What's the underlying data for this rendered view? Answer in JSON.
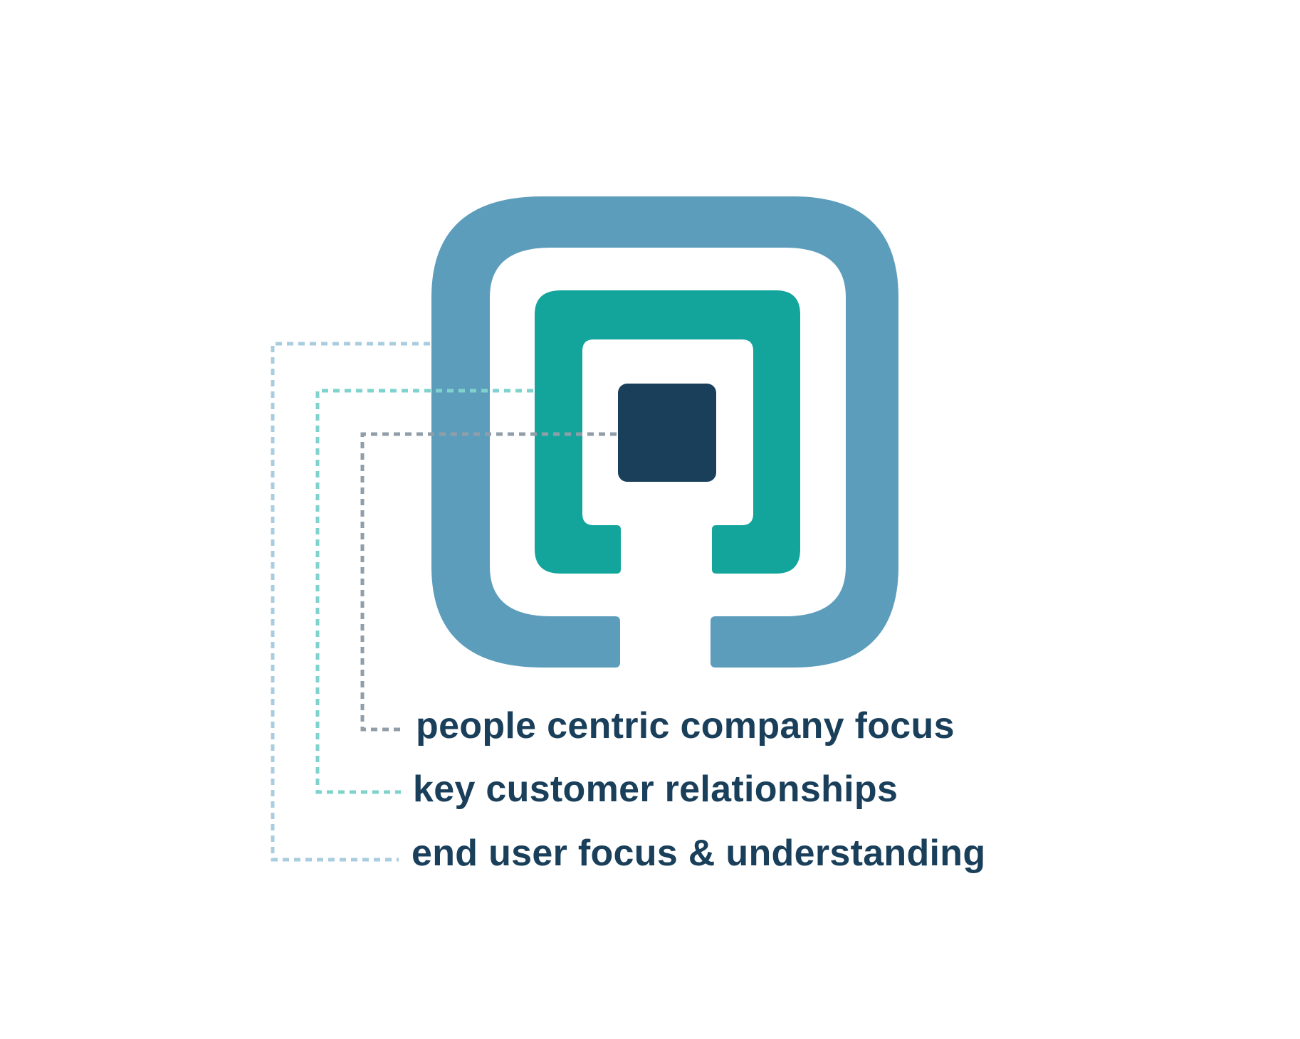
{
  "colors": {
    "outer_frame": "#5d9dbc",
    "middle_frame": "#13a59c",
    "inner_square": "#1a3f5a",
    "text": "#1a3f5a",
    "connector_outer": "#a9cddf",
    "connector_middle": "#7fd3cc",
    "connector_inner": "#8f9ea8",
    "background": "#ffffff"
  },
  "labels": {
    "inner": "people centric company focus",
    "middle": "key customer relationships",
    "outer": "end user focus & understanding"
  }
}
